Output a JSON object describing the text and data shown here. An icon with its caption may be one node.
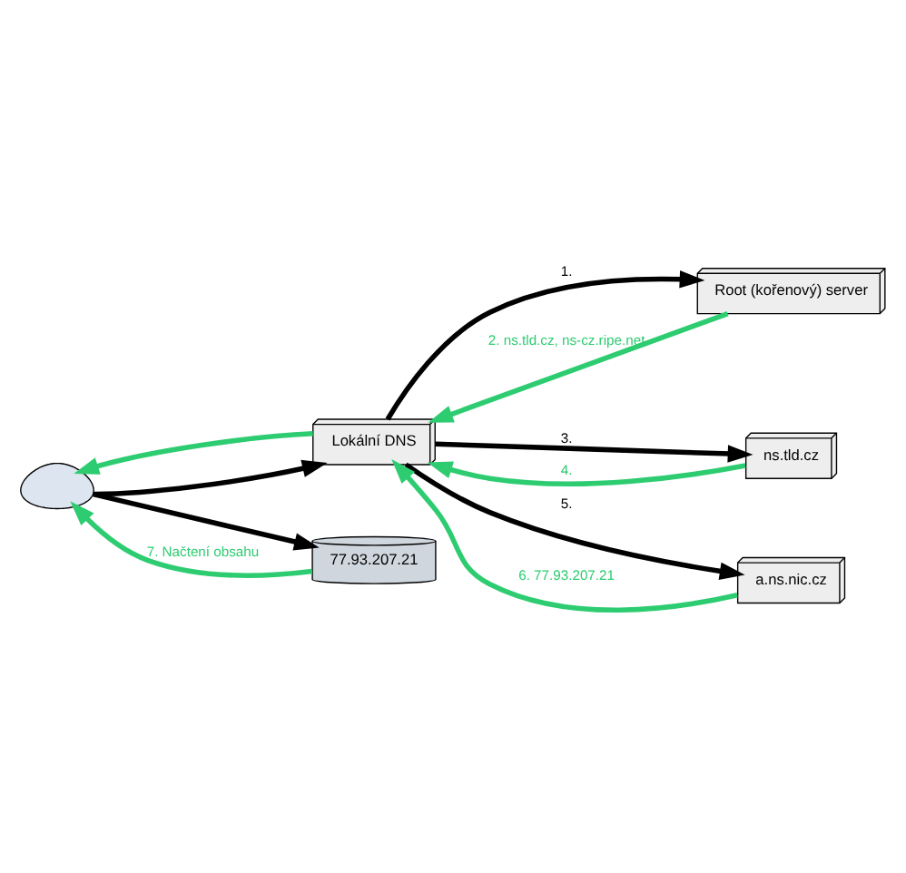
{
  "diagram": {
    "nodes": [
      {
        "text": [],
        "shape": "person"
      },
      {
        "text": [
          "Lokální DNS"
        ]
      },
      {
        "text": [
          "Root (kořenový) server"
        ]
      },
      {
        "text": [
          "ns.tld.cz"
        ]
      },
      {
        "text": [
          "a.ns.nic.cz"
        ]
      },
      {
        "text": [
          "77.93.207.21"
        ]
      }
    ],
    "edges": [
      {
        "from": 0,
        "to": 1,
        "arrow": "to"
      },
      {
        "from": 1,
        "to": 0,
        "arrow": "to",
        "color": "#2ecc71"
      },
      {
        "from": 1,
        "to": 2,
        "arrow": "to",
        "label": "1."
      },
      {
        "from": 2,
        "to": 1,
        "arrow": "to",
        "label": "2. ns.tld.cz, ns-cz.ripe.net",
        "color": "#2ecc71"
      },
      {
        "from": 1,
        "to": 3,
        "arrow": "to",
        "label": "3."
      },
      {
        "from": 3,
        "to": 1,
        "arrow": "to",
        "label": "4.",
        "color": "#2ecc71"
      },
      {
        "from": 1,
        "to": 4,
        "arrow": "to",
        "label": "5."
      },
      {
        "from": 4,
        "to": 1,
        "arrow": "to",
        "label": "6. 77.93.207.21",
        "color": "#2ecc71"
      },
      {
        "from": 0,
        "to": 5,
        "arrow": "to"
      },
      {
        "from": 5,
        "to": 0,
        "arrow": "to",
        "label": "7. Načtení obsahu",
        "color": "#2ecc71"
      }
    ]
  }
}
